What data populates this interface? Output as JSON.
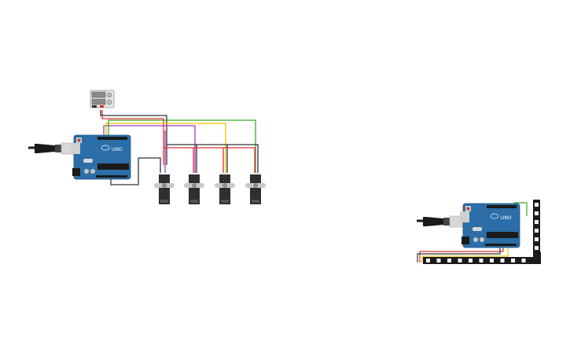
{
  "boards": [
    {
      "id": "arduino-left",
      "label": "UNO",
      "color": "#2b6ea8"
    },
    {
      "id": "arduino-right",
      "label": "UNO",
      "color": "#2b6ea8"
    }
  ],
  "servos": [
    {
      "id": "servo-1"
    },
    {
      "id": "servo-2"
    },
    {
      "id": "servo-3"
    },
    {
      "id": "servo-4"
    }
  ],
  "power_supply": {
    "id": "power-supply"
  },
  "led_strip": {
    "id": "led-strip",
    "pixel_count": 16
  },
  "colors": {
    "board_blue": "#2b6ea8",
    "board_dark": "#1f4f7a",
    "servo_body": "#2f2f2f",
    "servo_horn": "#c8c8c8",
    "wire_red": "#e03030",
    "wire_black": "#333333",
    "wire_purple": "#9b3fc0",
    "wire_yellow": "#e8c400",
    "wire_green": "#3aa832",
    "usb_plug": "#1a1a1a",
    "usb_metal": "#d0d0d0"
  }
}
